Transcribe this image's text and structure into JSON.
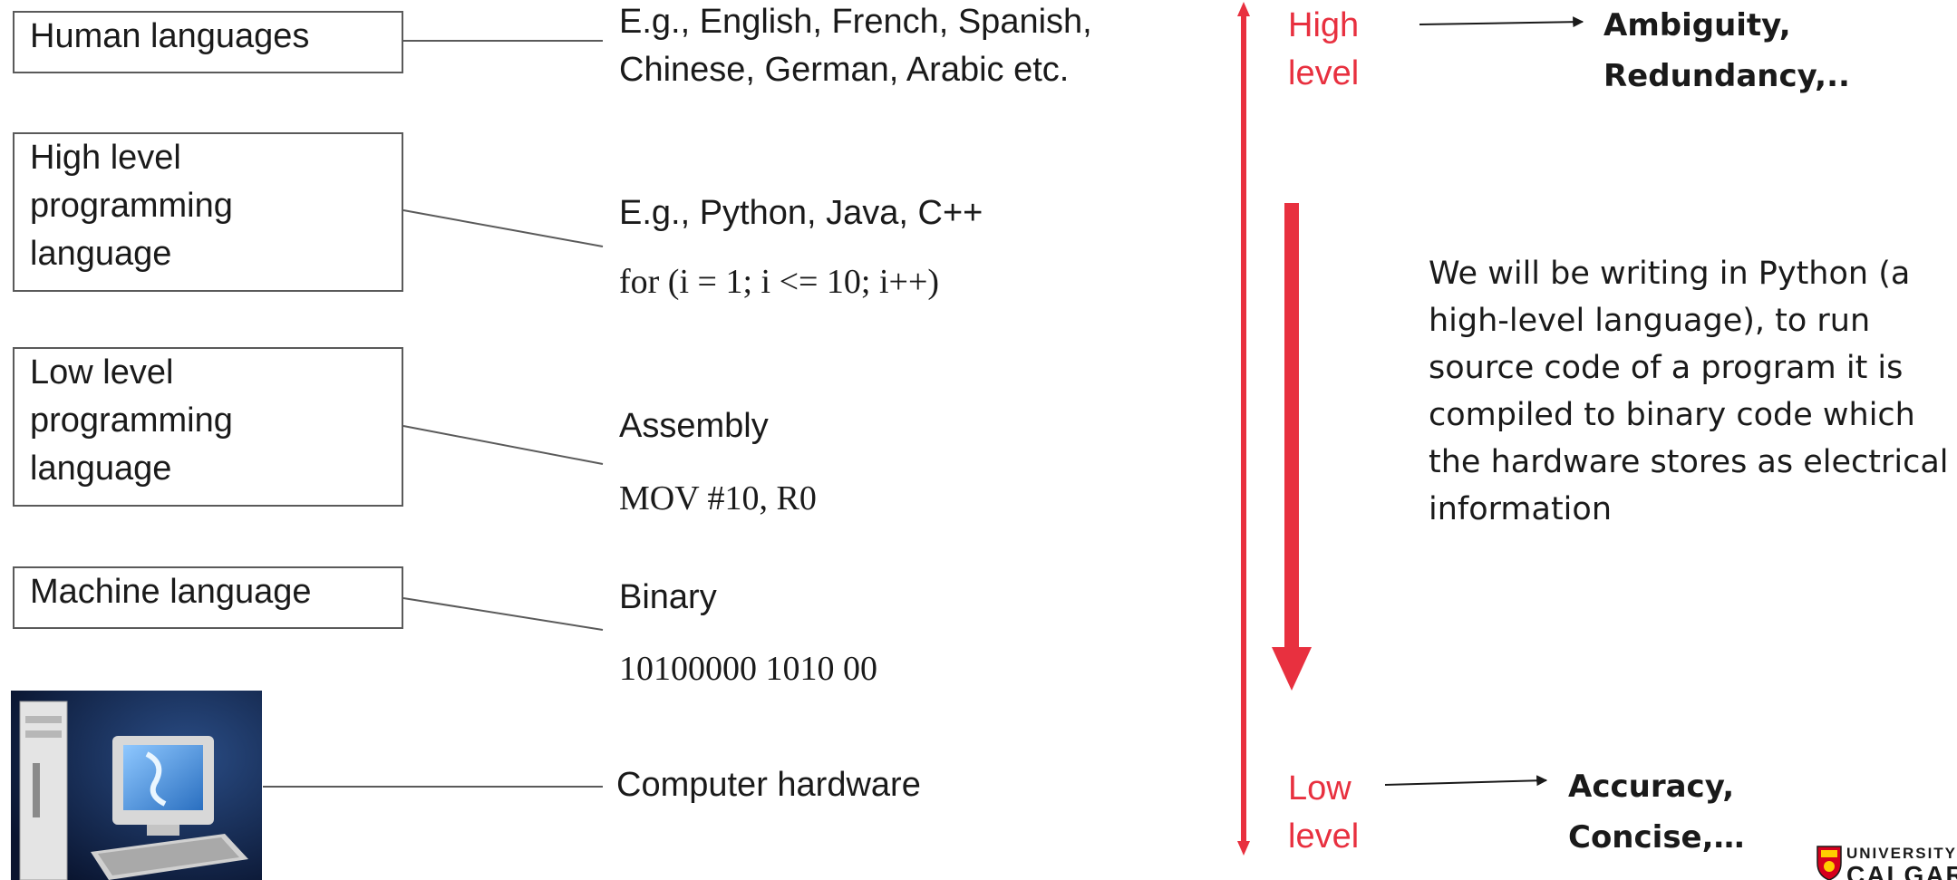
{
  "levels": [
    {
      "box_text": "Human languages",
      "example": "E.g., English, French, Spanish,\nChinese, German, Arabic etc.",
      "code": ""
    },
    {
      "box_text": "High level\nprogramming\nlanguage",
      "example": "E.g., Python, Java, C++",
      "code": "for (i = 1; i <= 10; i++)"
    },
    {
      "box_text": "Low level\nprogramming\nlanguage",
      "example": "Assembly",
      "code": "MOV #10, R0"
    },
    {
      "box_text": "Machine language",
      "example": "Binary",
      "code": "10100000 1010 00"
    }
  ],
  "hardware": {
    "label": "Computer hardware"
  },
  "scale": {
    "top_label": "High\nlevel",
    "bottom_label": "Low\nlevel",
    "top_traits": "Ambiguity,\nRedundancy,..",
    "bottom_traits": "Accuracy,\nConcise,…"
  },
  "note": "We will be writing in Python (a high-level language), to run source code of a program it is compiled to binary code which the hardware stores as electrical information",
  "logo": {
    "line1": "UNIVERSITY",
    "line2": "CALGARY"
  },
  "colors": {
    "accent_red": "#e8303f",
    "box_border": "#5a5a5a",
    "text": "#1a1a1a"
  }
}
